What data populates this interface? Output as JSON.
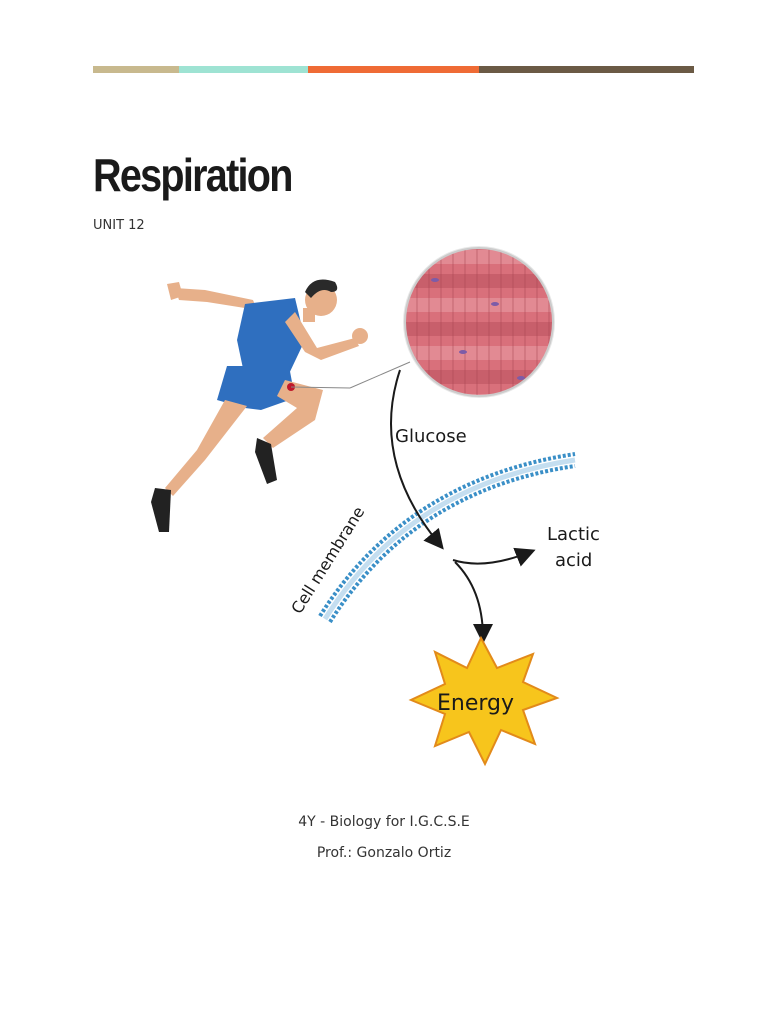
{
  "accent_colors": [
    "#c8b98e",
    "#9ee3d3",
    "#ef6b35",
    "#6b5a45"
  ],
  "title": "Respiration",
  "unit": "UNIT 12",
  "figure": {
    "labels": {
      "glucose": "Glucose",
      "cell_membrane": "Cell membrane",
      "lactic": "Lactic",
      "acid": "acid",
      "energy": "Energy"
    },
    "icons": [
      "runner-icon",
      "muscle-fiber-icon",
      "energy-burst-icon"
    ]
  },
  "footer": {
    "course": "4Y - Biology for I.G.C.S.E",
    "teacher": "Prof.: Gonzalo Ortiz"
  }
}
